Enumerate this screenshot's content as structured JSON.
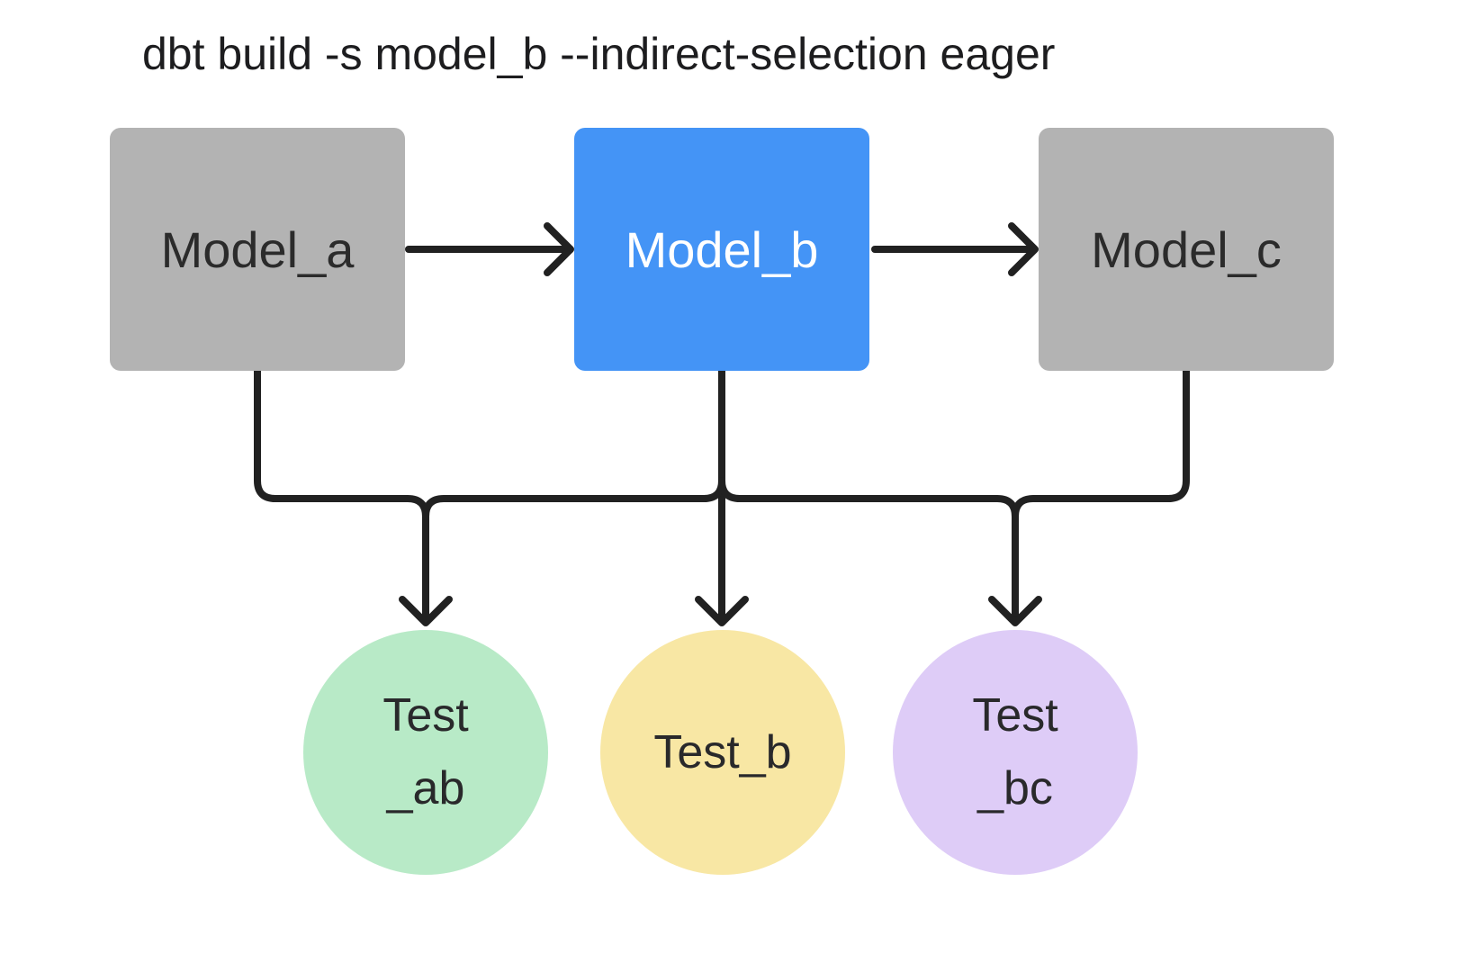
{
  "title": "dbt build -s model_b --indirect-selection eager",
  "colors": {
    "background": "#ffffff",
    "model_default_fill": "#b3b3b3",
    "model_selected_fill": "#4494f6",
    "test_ab_fill": "#b8eac7",
    "test_b_fill": "#f8e7a4",
    "test_bc_fill": "#deccf7",
    "connector": "#212121",
    "title_text": "#1d1d1f",
    "model_text": "#2b2b2b",
    "model_selected_text": "#ffffff",
    "test_text": "#29292b"
  },
  "models": [
    {
      "id": "model_a",
      "label": "Model_a",
      "fill": "#b3b3b3",
      "selected": false
    },
    {
      "id": "model_b",
      "label": "Model_b",
      "fill": "#4494f6",
      "selected": true
    },
    {
      "id": "model_c",
      "label": "Model_c",
      "fill": "#b3b3b3",
      "selected": false
    }
  ],
  "tests": [
    {
      "id": "test_ab",
      "lines": [
        "Test",
        "_ab"
      ],
      "fill": "#b8eac7"
    },
    {
      "id": "test_b",
      "lines": [
        "Test_b"
      ],
      "fill": "#f8e7a4"
    },
    {
      "id": "test_bc",
      "lines": [
        "Test",
        "_bc"
      ],
      "fill": "#deccf7"
    }
  ],
  "edges": [
    {
      "from": "model_a",
      "to": "model_b"
    },
    {
      "from": "model_b",
      "to": "model_c"
    },
    {
      "from": "model_a",
      "to": "test_ab"
    },
    {
      "from": "model_b",
      "to": "test_ab"
    },
    {
      "from": "model_b",
      "to": "test_b"
    },
    {
      "from": "model_b",
      "to": "test_bc"
    },
    {
      "from": "model_c",
      "to": "test_bc"
    }
  ]
}
